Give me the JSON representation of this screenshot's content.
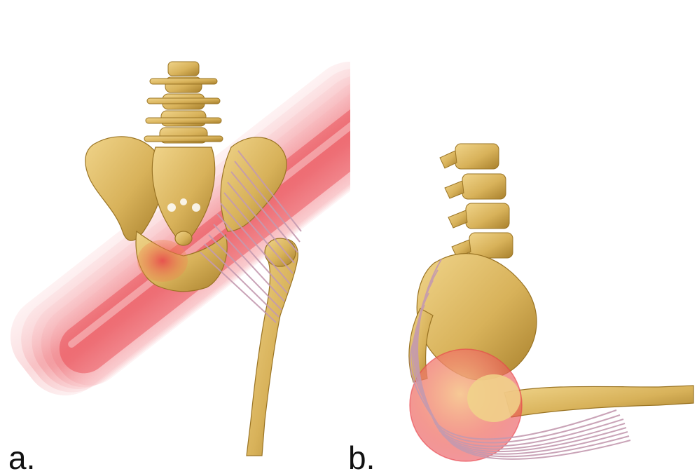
{
  "panels": [
    {
      "id": "a",
      "label": "a."
    },
    {
      "id": "b",
      "label": "b."
    }
  ],
  "colors": {
    "bone": "#d8b25a",
    "bone_dark": "#a8802c",
    "bone_light": "#f0d48a",
    "muscle_red": "#e8414a",
    "muscle_red_light": "#f5a0a6",
    "fiber_lines": "#c49ab0"
  }
}
